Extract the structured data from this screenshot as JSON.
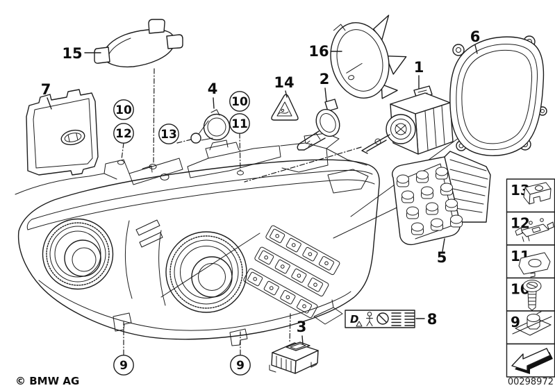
{
  "footer": {
    "copyright": "© BMW AG",
    "drawing_number": "00298972"
  },
  "callouts": {
    "part1": "1",
    "part2": "2",
    "part3": "3",
    "part4": "4",
    "part5": "5",
    "part6": "6",
    "part7": "7",
    "part8": "8",
    "part14": "14",
    "part15": "15",
    "part16": "16",
    "circle_10_left": "10",
    "circle_12": "12",
    "circle_13": "13",
    "circle_10_right": "10",
    "circle_11": "11",
    "circle_9_left": "9",
    "circle_9_center": "9"
  },
  "legend": {
    "items": [
      {
        "label": "13",
        "icon": "clamp-bracket-icon"
      },
      {
        "label": "12",
        "icon": "retainer-clip-icon"
      },
      {
        "label": "11",
        "icon": "clip-nut-icon"
      },
      {
        "label": "10",
        "icon": "screw-icon"
      },
      {
        "label": "9",
        "icon": "captive-nut-icon"
      },
      {
        "label": "",
        "icon": "direction-arrow-icon"
      }
    ]
  },
  "warning_label": {
    "letter": "D",
    "icons": [
      "warning-triangle-icon",
      "person-icon",
      "prohibition-icon",
      "text-lines-icon",
      "text-lines-icon"
    ]
  }
}
